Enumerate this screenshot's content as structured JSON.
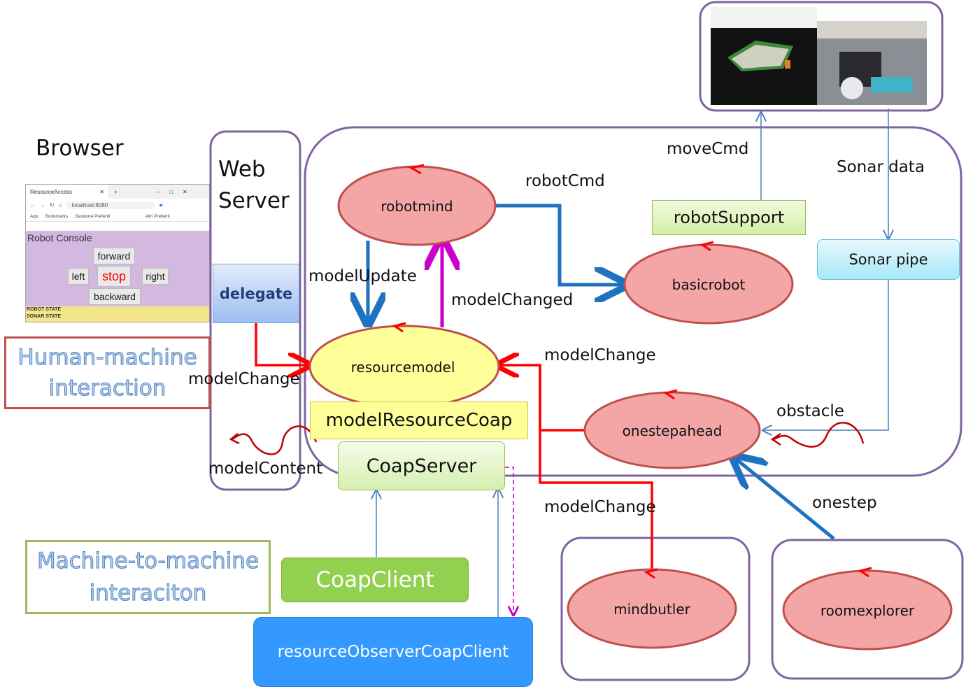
{
  "titles": {
    "browser": "Browser",
    "web_server": "Web\nServer"
  },
  "browser_window": {
    "tab_title": "ResourceAccess",
    "url": "localhost:8080",
    "bookmarks": [
      "App",
      "Bookmarks",
      "Gestione Preferiti",
      "Altri Preferiti"
    ],
    "console_title": "Robot Console",
    "buttons": {
      "forward": "forward",
      "left": "left",
      "stop": "stop",
      "right": "right",
      "backward": "backward"
    },
    "states": [
      "ROBOT STATE",
      "SONAR STATE"
    ]
  },
  "boxes": {
    "delegate": "delegate",
    "robot_support": "robotSupport",
    "sonar_pipe": "Sonar pipe",
    "model_resource_coap": "modelResourceCoap",
    "coap_server": "CoapServer",
    "coap_client": "CoapClient",
    "observer_client": "resourceObserverCoapClient",
    "human_machine": "Human-machine\ninteraction",
    "machine_to_machine": "Machine-to-machine\ninteraciton"
  },
  "nodes": {
    "robotmind": "robotmind",
    "basicrobot": "basicrobot",
    "resourcemodel": "resourcemodel",
    "onestepahead": "onestepahead",
    "mindbutler": "mindbutler",
    "roomexplorer": "roomexplorer"
  },
  "edge_labels": {
    "move_cmd": "moveCmd",
    "sonar_data": "Sonar data",
    "robot_cmd": "robotCmd",
    "model_update": "modelUpdate",
    "model_changed": "modelChanged",
    "model_change_left": "modelChange",
    "model_change_right": "modelChange",
    "model_change_bottom": "modelChange",
    "obstacle": "obstacle",
    "model_content": "modelContent",
    "onestep": "onestep"
  },
  "colors": {
    "container_border": "#8064a2",
    "node_fill_red": "#f4a6a6",
    "node_border_red": "#c0504d",
    "node_fill_yellow": "#ffff99",
    "arrow_red": "#ff0000",
    "arrow_blue": "#1f72c0",
    "arrow_magenta": "#cc00cc",
    "support_green": "#e6f5c7",
    "sonar_cyan": "#ccf2fb",
    "client_green": "#92d050",
    "observer_blue": "#3399ff",
    "delegate_blue": "#c8d8f8"
  }
}
